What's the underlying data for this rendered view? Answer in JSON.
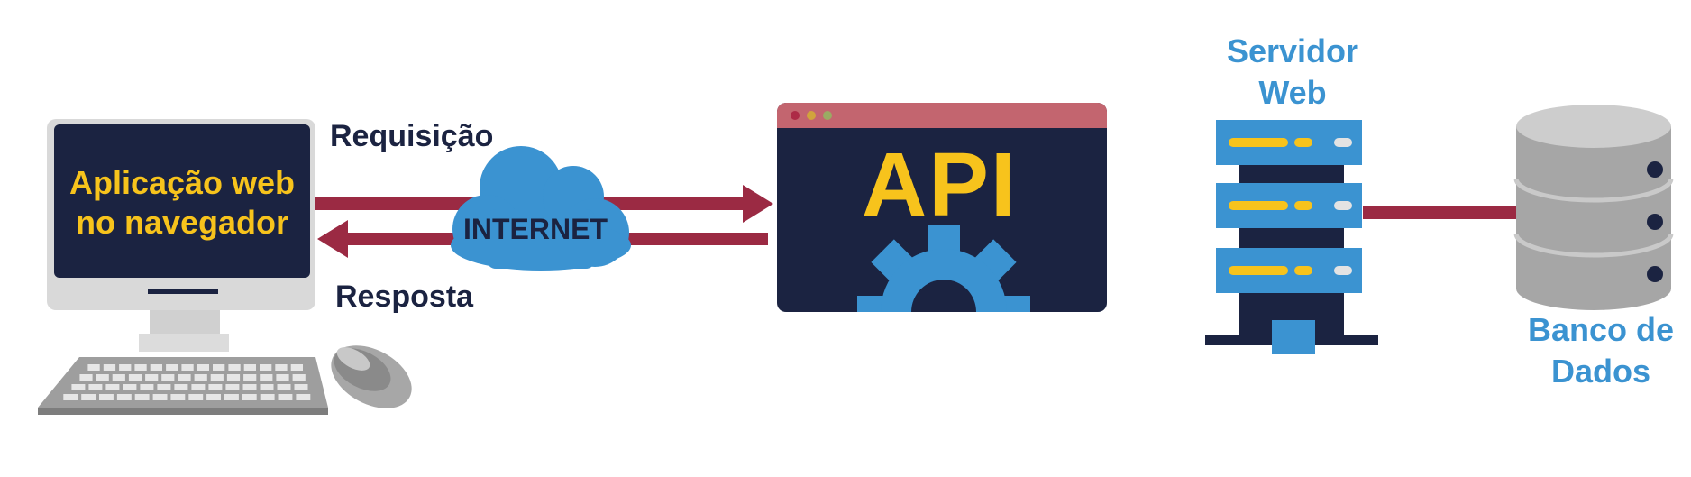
{
  "diagram": {
    "client": {
      "screen_text_line1": "Aplicação web",
      "screen_text_line2": "no navegador"
    },
    "request_label": "Requisição",
    "response_label": "Resposta",
    "internet_label": "INTERNET",
    "api_label": "API",
    "server_label_line1": "Servidor",
    "server_label_line2": "Web",
    "database_label_line1": "Banco de",
    "database_label_line2": "Dados"
  },
  "colors": {
    "navy": "#1b2341",
    "accent_yellow": "#f7c31c",
    "accent_blue": "#3b93d1",
    "arrow_red": "#9b2a43",
    "window_bar": "#c3656f",
    "gray": "#a6a6a6"
  }
}
